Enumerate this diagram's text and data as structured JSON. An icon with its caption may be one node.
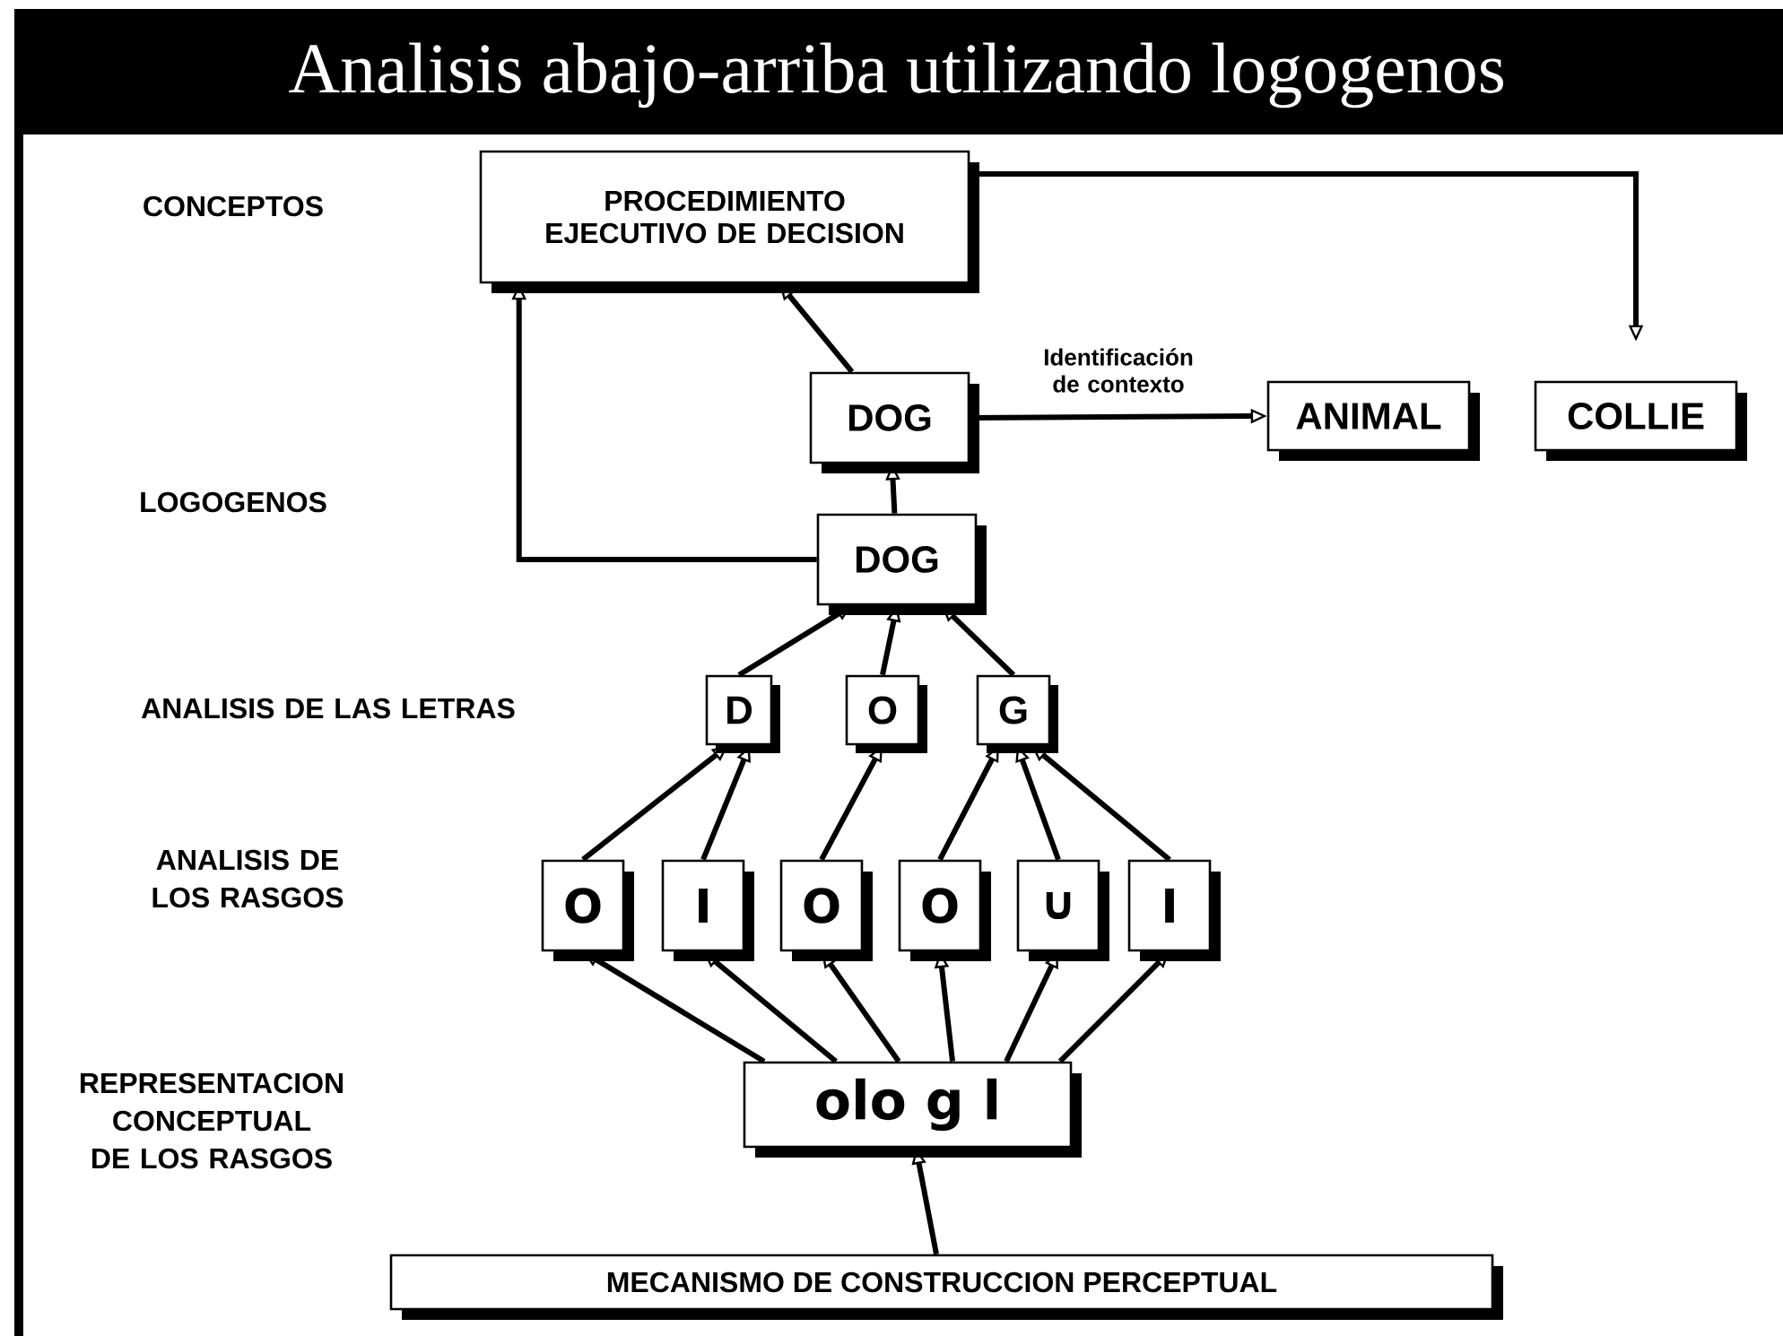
{
  "diagram": {
    "title": "Analisis abajo-arriba utilizando logogenos",
    "nodes": [
      {
        "text": [
          "PROCEDIMIENTO EJECUTIVO DE DECISION"
        ]
      },
      {
        "text": [
          "DOG"
        ]
      },
      {
        "text": [
          "ANIMAL"
        ]
      },
      {
        "text": [
          "COLLIE"
        ]
      },
      {
        "text": [
          "DOG"
        ]
      },
      {
        "text": [
          "D"
        ]
      },
      {
        "text": [
          "O"
        ]
      },
      {
        "text": [
          "G"
        ]
      },
      {
        "text": [
          "O"
        ]
      },
      {
        "text": [
          "I"
        ]
      },
      {
        "text": [
          "O"
        ]
      },
      {
        "text": [
          "O"
        ]
      },
      {
        "text": [
          "∪"
        ]
      },
      {
        "text": [
          "I"
        ]
      },
      {
        "text": [
          "olo g l"
        ]
      },
      {
        "text": [
          "MECANISMO DE CONSTRUCCION PERCEPTUAL"
        ]
      }
    ],
    "edges": [
      {
        "from": 1,
        "to": 0,
        "arrow": "to"
      },
      {
        "from": 4,
        "to": 0,
        "arrow": "to"
      },
      {
        "from": 0,
        "to": 3,
        "arrow": "to"
      },
      {
        "from": 1,
        "to": 2,
        "arrow": "to",
        "label": "Identificación de contexto"
      },
      {
        "from": 4,
        "to": 1,
        "arrow": "to"
      },
      {
        "from": 5,
        "to": 4,
        "arrow": "to"
      },
      {
        "from": 6,
        "to": 4,
        "arrow": "to"
      },
      {
        "from": 7,
        "to": 4,
        "arrow": "to"
      },
      {
        "from": 8,
        "to": 5,
        "arrow": "to"
      },
      {
        "from": 9,
        "to": 5,
        "arrow": "to"
      },
      {
        "from": 10,
        "to": 6,
        "arrow": "to"
      },
      {
        "from": 11,
        "to": 7,
        "arrow": "to"
      },
      {
        "from": 12,
        "to": 7,
        "arrow": "to"
      },
      {
        "from": 13,
        "to": 7,
        "arrow": "to"
      },
      {
        "from": 14,
        "to": 8,
        "arrow": "to"
      },
      {
        "from": 14,
        "to": 9,
        "arrow": "to"
      },
      {
        "from": 14,
        "to": 10,
        "arrow": "to"
      },
      {
        "from": 14,
        "to": 11,
        "arrow": "to"
      },
      {
        "from": 14,
        "to": 12,
        "arrow": "to"
      },
      {
        "from": 14,
        "to": 13,
        "arrow": "to"
      },
      {
        "from": 15,
        "to": 14,
        "arrow": "to"
      }
    ],
    "labels": [
      "CONCEPTOS",
      "LOGOGENOS",
      "ANALISIS DE LAS LETRAS",
      "ANALISIS DE LOS RASGOS",
      "REPRESENTACION CONCEPTUAL DE LOS RASGOS"
    ]
  }
}
